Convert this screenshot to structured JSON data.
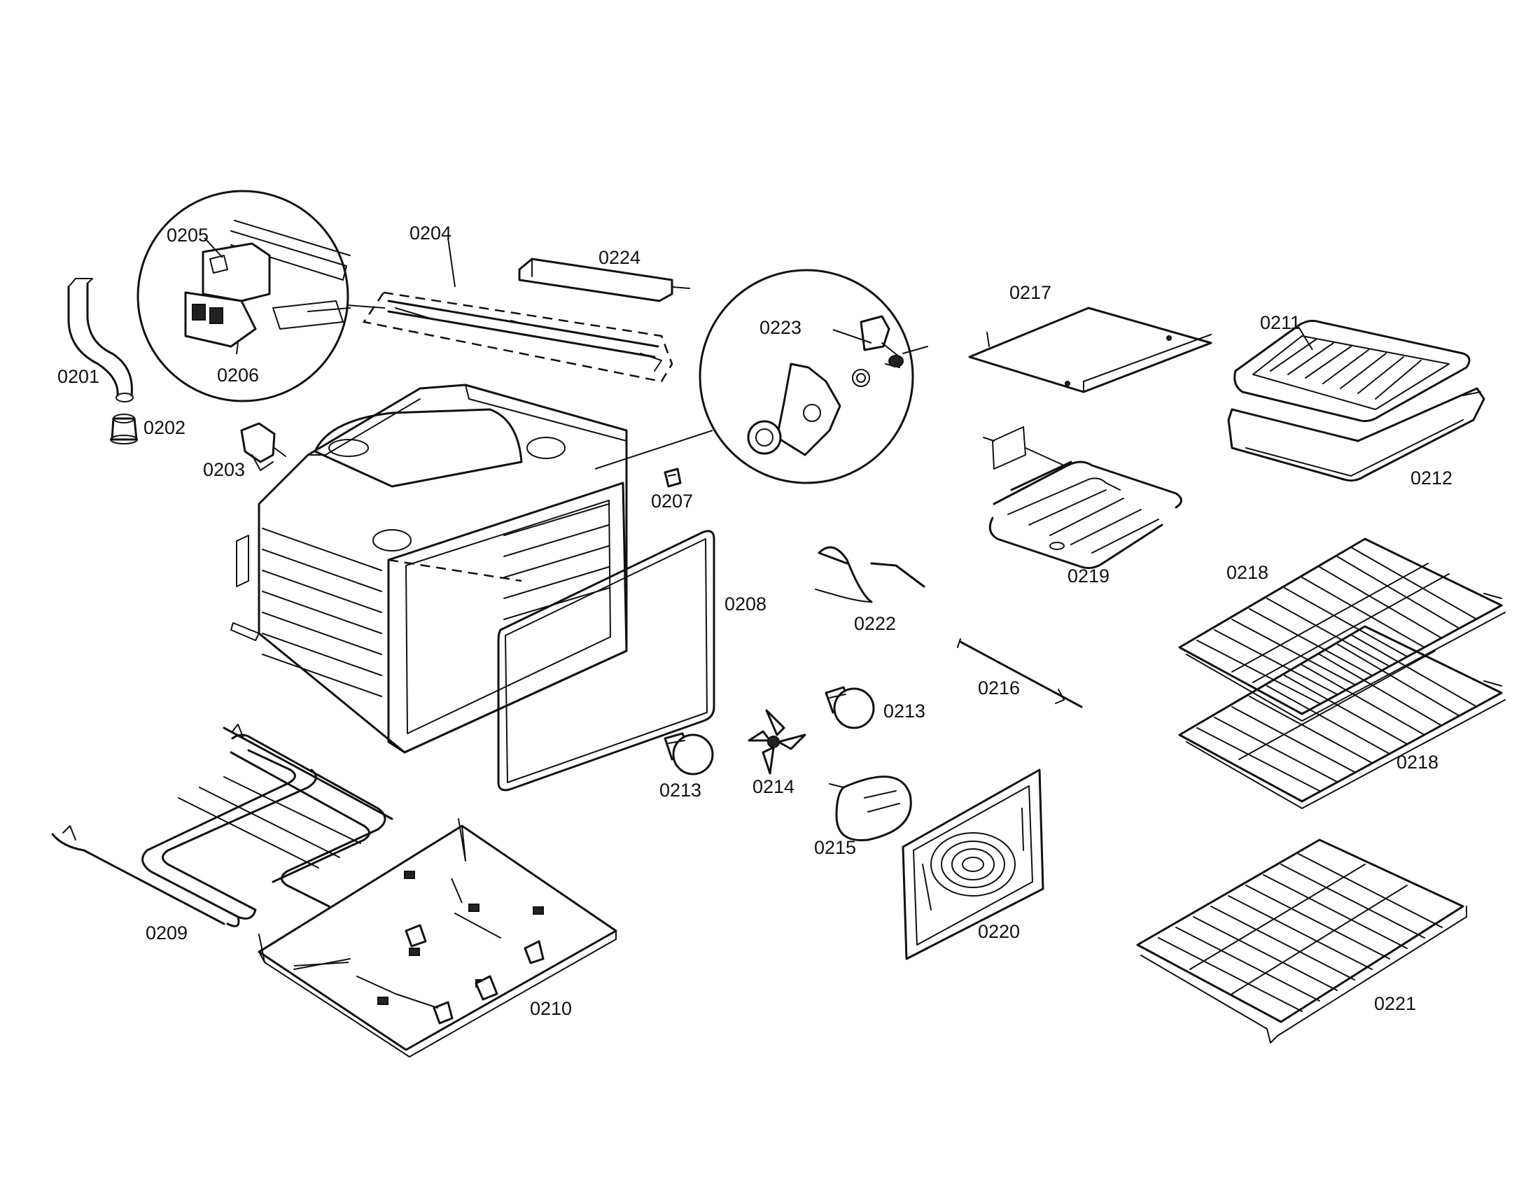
{
  "parts": [
    {
      "key": "p0201",
      "number": "0201"
    },
    {
      "key": "p0202",
      "number": "0202"
    },
    {
      "key": "p0203",
      "number": "0203"
    },
    {
      "key": "p0204",
      "number": "0204"
    },
    {
      "key": "p0205",
      "number": "0205"
    },
    {
      "key": "p0206",
      "number": "0206"
    },
    {
      "key": "p0207",
      "number": "0207"
    },
    {
      "key": "p0208",
      "number": "0208"
    },
    {
      "key": "p0209",
      "number": "0209"
    },
    {
      "key": "p0210",
      "number": "0210"
    },
    {
      "key": "p0211",
      "number": "0211"
    },
    {
      "key": "p0212",
      "number": "0212"
    },
    {
      "key": "p0213",
      "number": "0213"
    },
    {
      "key": "p0214",
      "number": "0214"
    },
    {
      "key": "p0215",
      "number": "0215"
    },
    {
      "key": "p0216",
      "number": "0216"
    },
    {
      "key": "p0217",
      "number": "0217"
    },
    {
      "key": "p0218",
      "number": "0218"
    },
    {
      "key": "p0219",
      "number": "0219"
    },
    {
      "key": "p0220",
      "number": "0220"
    },
    {
      "key": "p0221",
      "number": "0221"
    },
    {
      "key": "p0222",
      "number": "0222"
    },
    {
      "key": "p0223",
      "number": "0223"
    },
    {
      "key": "p0224",
      "number": "0224"
    }
  ]
}
